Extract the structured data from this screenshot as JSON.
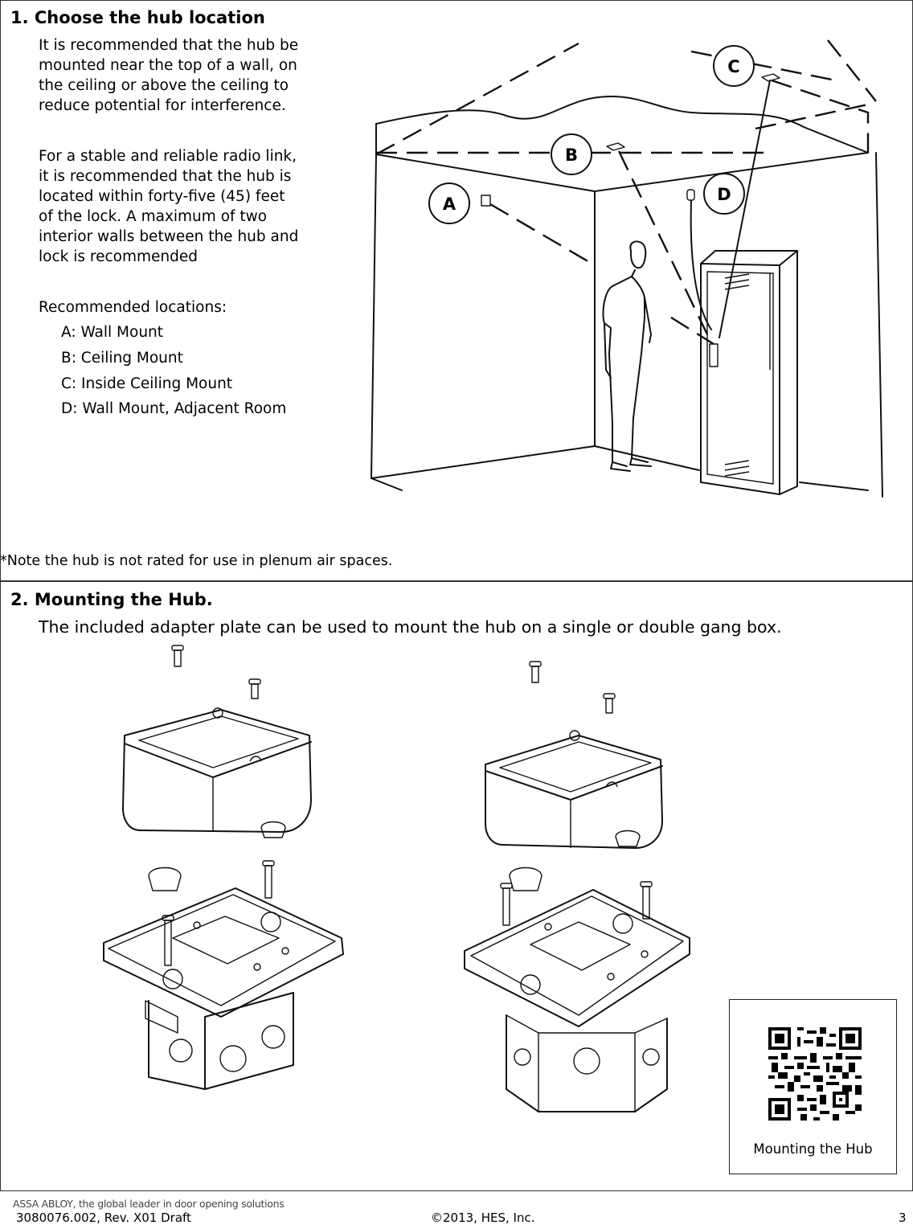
{
  "section1": {
    "heading": "1. Choose the hub location",
    "para1_lines": [
      "It is recommended that the hub be",
      "mounted near the top of a wall, on",
      "the ceiling or above the ceiling to",
      "reduce potential for interference."
    ],
    "para2_lines": [
      "For a stable and reliable radio link,",
      "it is recommended that the hub is",
      "located within forty-five (45) feet",
      "of the lock.  A maximum of two",
      "interior walls between the hub and",
      "lock is recommended"
    ],
    "locations_title": "Recommended locations:",
    "locations": [
      "A: Wall Mount",
      "B: Ceiling Mount",
      "C: Inside Ceiling Mount",
      "D: Wall Mount, Adjacent Room"
    ],
    "callouts": [
      "A",
      "B",
      "C",
      "D"
    ],
    "note": "*Note the hub is not rated for use in plenum air spaces."
  },
  "section2": {
    "heading": "2. Mounting the Hub.",
    "body": "The included adapter plate can be used to mount the hub on a single or double gang box.",
    "qr_caption": "Mounting the Hub"
  },
  "footer": {
    "tagline": "ASSA ABLOY, the global leader in door opening solutions",
    "doc_number": "3080076.002, Rev. X01 Draft",
    "copyright": "©2013, HES, Inc.",
    "page": "3"
  }
}
